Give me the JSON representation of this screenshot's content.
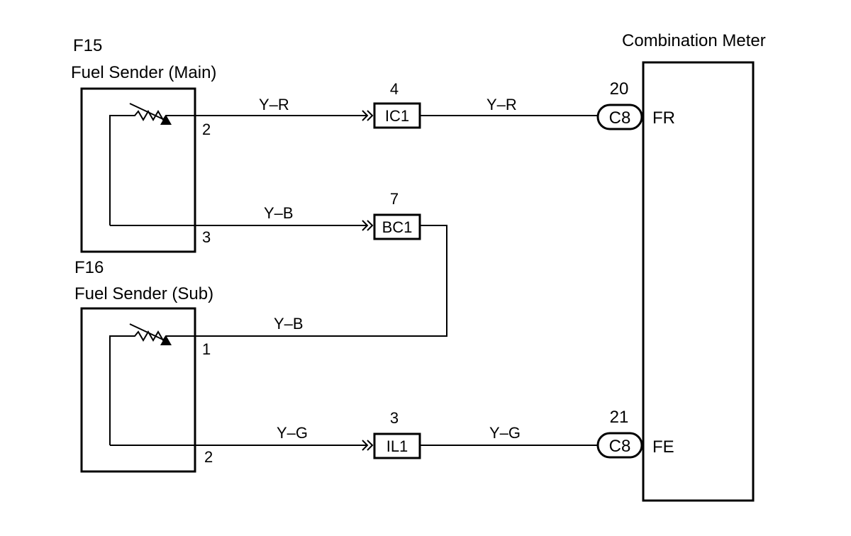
{
  "components": {
    "main_sender": {
      "id": "F15",
      "name": "Fuel Sender (Main)",
      "pins": [
        "2",
        "3"
      ]
    },
    "sub_sender": {
      "id": "F16",
      "name": "Fuel Sender (Sub)",
      "pins": [
        "1",
        "2"
      ]
    },
    "meter": {
      "name": "Combination Meter",
      "terminals": [
        "FR",
        "FE"
      ]
    }
  },
  "connectors": [
    {
      "label": "IC1",
      "pin": "4"
    },
    {
      "label": "BC1",
      "pin": "7"
    },
    {
      "label": "IL1",
      "pin": "3"
    }
  ],
  "meter_connectors": [
    {
      "label": "C8",
      "pin": "20"
    },
    {
      "label": "C8",
      "pin": "21"
    }
  ],
  "wires": {
    "main_to_ic1": "Y–R",
    "ic1_to_meter": "Y–R",
    "main_to_bc1": "Y–B",
    "bc1_to_sub": "Y–B",
    "sub_to_il1": "Y–G",
    "il1_to_meter": "Y–G"
  }
}
